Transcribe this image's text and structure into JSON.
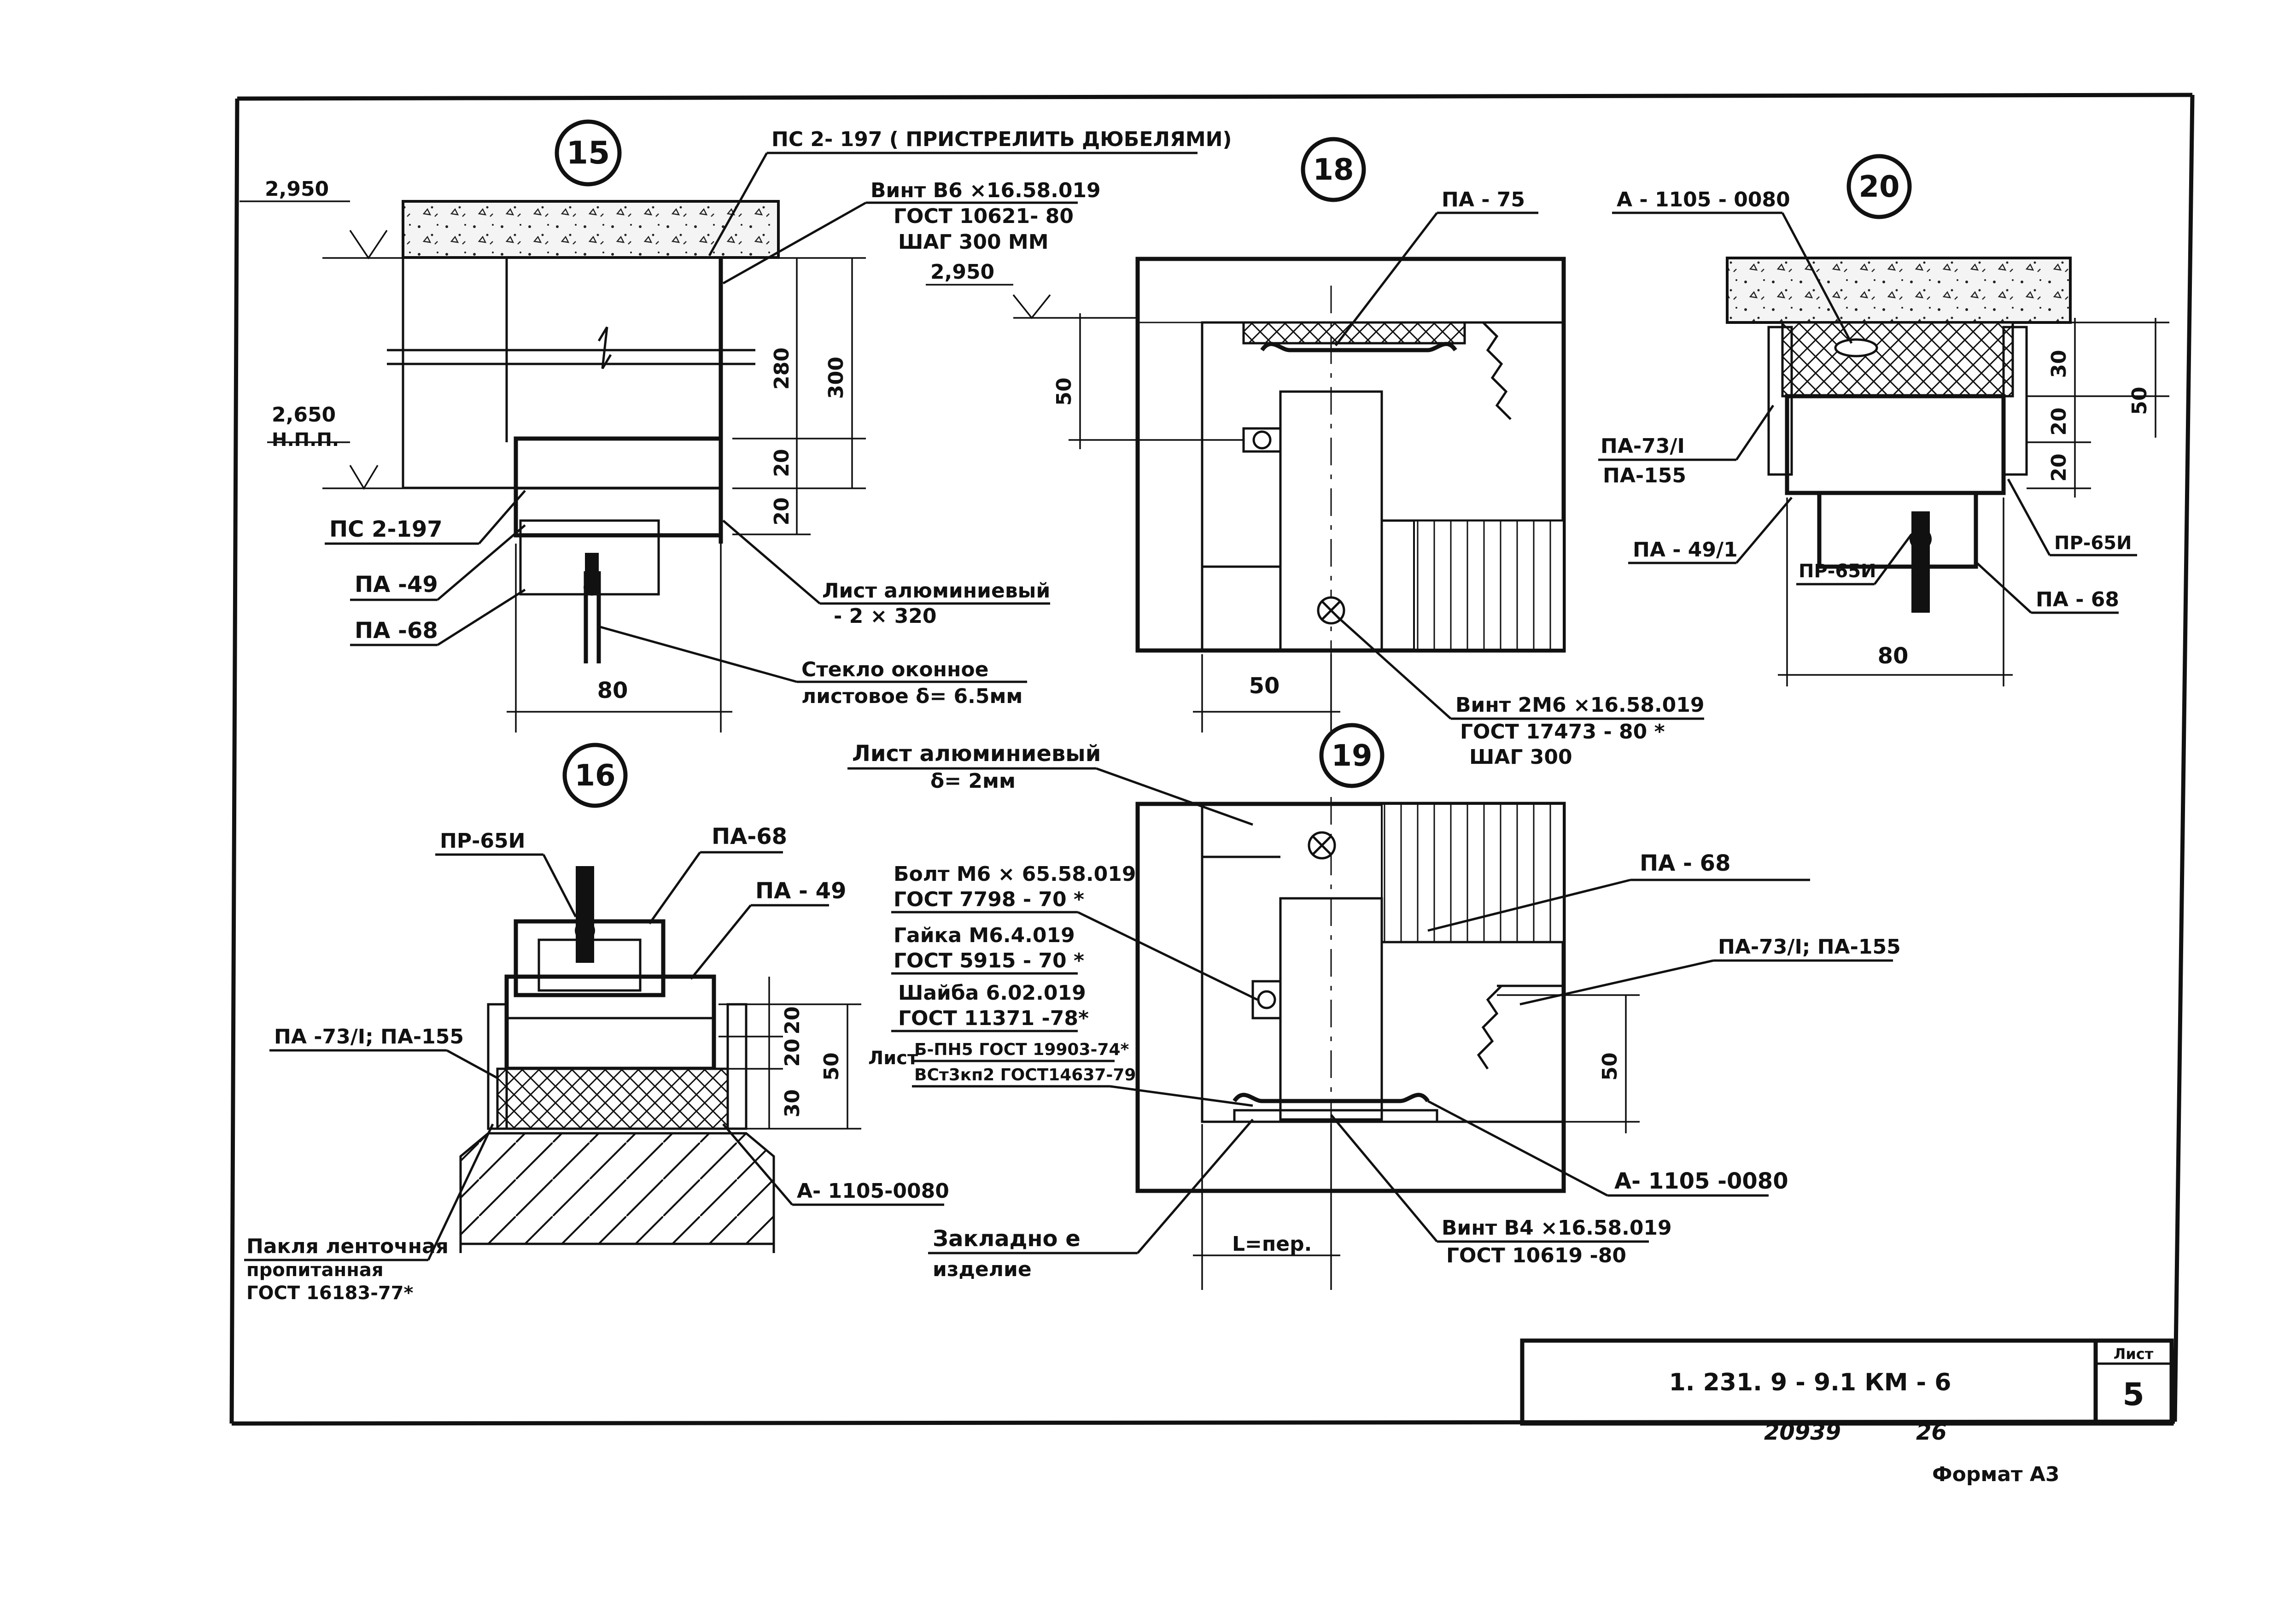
{
  "details": {
    "d15": {
      "number": "15",
      "note_ps": "ПС 2- 197 ( ПРИСТРЕЛИТЬ ДЮБЕЛЯМИ)",
      "screw_1": "Винт  В6 ×16.58.019",
      "screw_2": "ГОСТ 10621- 80",
      "screw_3": "ШАГ  300 ММ",
      "level_top": "2,950",
      "level_bottom": "2,650",
      "level_bottom_note": "Н.П.П.",
      "ps": "ПС 2-197",
      "pa49": "ПА -49",
      "pa68": "ПА -68",
      "sheet_1": "Лист  алюминиевый",
      "sheet_2": "- 2 × 320",
      "glass_1": "Стекло оконное",
      "glass_2": "листовое  δ= 6.5мм",
      "dim_280": "280",
      "dim_300": "300",
      "dim_20a": "20",
      "dim_20b": "20",
      "dim_80": "80"
    },
    "d16": {
      "number": "16",
      "pr65": "ПР-65И",
      "pa68": "ПА-68",
      "pa49": "ПА - 49",
      "pa73": "ПА -73/I; ПА-155",
      "a1105": "А- 1105-0080",
      "pakla_1": "Пакля ленточная",
      "pakla_2": "пропитанная",
      "pakla_3": "ГОСТ 16183-77*",
      "dim_20a": "20",
      "dim_20b": "20",
      "dim_30": "30",
      "dim_50": "50"
    },
    "d18": {
      "number": "18",
      "pa75": "ПА - 75",
      "level": "2,950",
      "dim_50v": "50",
      "dim_50h": "50",
      "screw_1": "Винт  2М6 ×16.58.019",
      "screw_2": "ГОСТ 17473 - 80 *",
      "screw_3": "ШАГ  300"
    },
    "d19": {
      "number": "19",
      "sheet_1": "Лист  алюминиевый",
      "sheet_2": "δ= 2мм",
      "bolt_1": "Болт  М6 × 65.58.019",
      "bolt_2": "ГОСТ 7798 - 70 *",
      "nut_1": "Гайка М6.4.019",
      "nut_2": "ГОСТ 5915 - 70 *",
      "washer_1": "Шайба  6.02.019",
      "washer_2": "ГОСТ  11371 -78*",
      "list_label": "Лист",
      "list_1": "Б-ПН5 ГОСТ 19903-74*",
      "list_2": "ВСт3кп2 ГОСТ14637-79",
      "pa68": "ПА - 68",
      "pa73": "ПА-73/I; ПА-155",
      "a1105": "А- 1105 -0080",
      "emb_1": "Закладно е",
      "emb_2": "изделие",
      "l_label": "L=пер.",
      "dim_50": "50",
      "screw_1": "Винт  В4 ×16.58.019",
      "screw_2": "ГОСТ 10619 -80"
    },
    "d20": {
      "number": "20",
      "a1105": "А - 1105 - 0080",
      "pa73_1": "ПА-73/I",
      "pa73_2": "ПА-155",
      "pa49": "ПА - 49/1",
      "pr65_l": "ПР-65И",
      "pr65_r": "ПР-65И",
      "pa68": "ПА - 68",
      "dim_30": "30",
      "dim_20a": "20",
      "dim_20b": "20",
      "dim_50": "50",
      "dim_80": "80"
    }
  },
  "title_block": {
    "code": "1. 231. 9 - 9.1  КМ - 6",
    "sheet_label": "Лист",
    "sheet_number": "5"
  },
  "footer": {
    "number": "20939",
    "page": "26",
    "format": "Формат А3"
  }
}
